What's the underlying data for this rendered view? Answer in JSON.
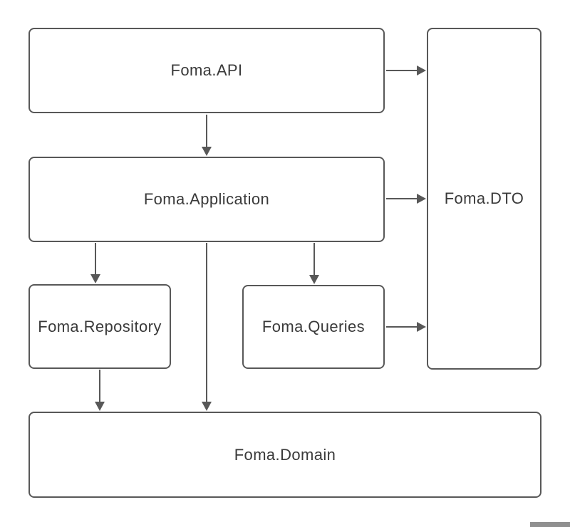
{
  "diagram": {
    "type": "architecture-dependency-diagram",
    "nodes": [
      {
        "id": "foma-api",
        "label": "Foma.API"
      },
      {
        "id": "foma-dto",
        "label": "Foma.DTO"
      },
      {
        "id": "foma-application",
        "label": "Foma.Application"
      },
      {
        "id": "foma-repository",
        "label": "Foma.Repository"
      },
      {
        "id": "foma-queries",
        "label": "Foma.Queries"
      },
      {
        "id": "foma-domain",
        "label": "Foma.Domain"
      }
    ],
    "edges": [
      {
        "from": "Foma.API",
        "to": "Foma.Application"
      },
      {
        "from": "Foma.API",
        "to": "Foma.DTO"
      },
      {
        "from": "Foma.Application",
        "to": "Foma.DTO"
      },
      {
        "from": "Foma.Application",
        "to": "Foma.Repository"
      },
      {
        "from": "Foma.Application",
        "to": "Foma.Queries"
      },
      {
        "from": "Foma.Application",
        "to": "Foma.Domain"
      },
      {
        "from": "Foma.Repository",
        "to": "Foma.Domain"
      },
      {
        "from": "Foma.Queries",
        "to": "Foma.DTO"
      }
    ],
    "colors": {
      "stroke": "#585858",
      "text": "#3a3a3a",
      "node_fill": "#ffffff",
      "background": "#ffffff",
      "scrollbar_thumb": "#909090"
    }
  }
}
